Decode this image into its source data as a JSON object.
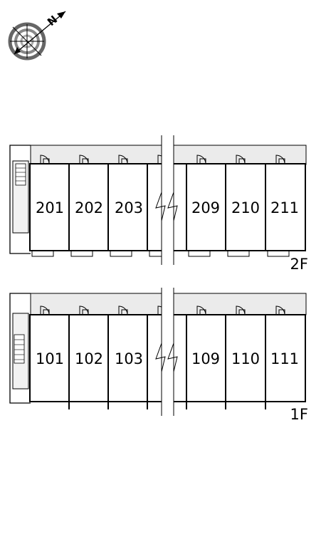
{
  "compass": {
    "north_label": "N",
    "icon": "compass-rose-icon"
  },
  "floors": [
    {
      "label": "2F",
      "rooms_left": [
        "201",
        "202",
        "203"
      ],
      "rooms_right": [
        "209",
        "210",
        "211"
      ]
    },
    {
      "label": "1F",
      "rooms_left": [
        "101",
        "102",
        "103"
      ],
      "rooms_right": [
        "109",
        "110",
        "111"
      ]
    }
  ],
  "colors": {
    "corridor": "#ebebeb",
    "wall": "#000000",
    "background": "#ffffff"
  }
}
